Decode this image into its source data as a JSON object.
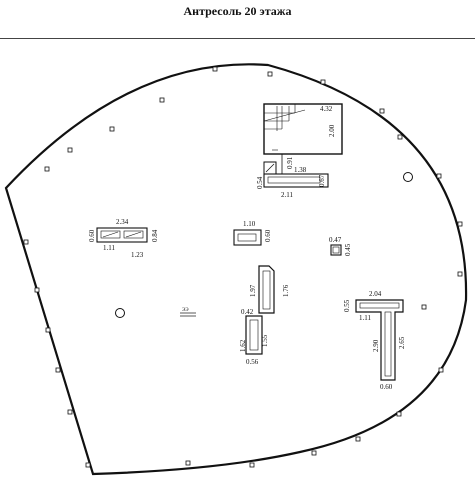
{
  "title": "Антресоль 20 этажа",
  "dimensions": {
    "stair_width": "4.32",
    "stair_depth": "2.00",
    "d_091": "0.91",
    "d_054": "0.54",
    "d_138": "1.38",
    "d_067": "0.67",
    "d_211": "2.11",
    "d_060_left": "0.60",
    "d_234": "2.34",
    "d_084": "0.84",
    "d_111_left": "1.11",
    "d_123": "1.23",
    "d_110": "1.10",
    "d_060_center": "0.60",
    "d_047": "0.47",
    "d_045": "0.45",
    "d_197": "1.97",
    "d_176": "1.76",
    "d_042": "0.42",
    "d_162": "1.62",
    "d_155": "1.55",
    "d_056": "0.56",
    "d_055": "0.55",
    "d_204": "2.04",
    "d_111_right": "1.11",
    "d_290": "2.90",
    "d_265": "2.65",
    "d_060_bottom": "0.60"
  },
  "symbol_label": "ЭЭ"
}
